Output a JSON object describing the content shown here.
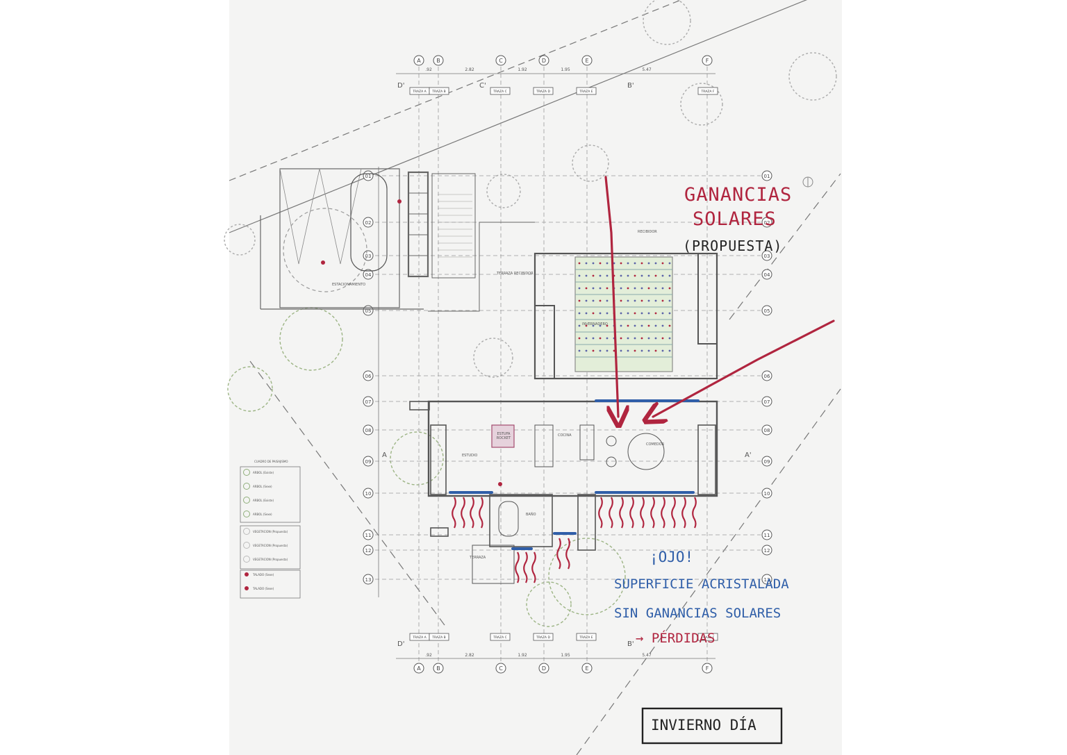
{
  "grid_cols": [
    "A",
    "B",
    "C",
    "D",
    "E",
    "F"
  ],
  "grid_rows": [
    "01",
    "02",
    "03",
    "04",
    "05",
    "06",
    "07",
    "08",
    "09",
    "10",
    "11",
    "12",
    "13"
  ],
  "dims_top": [
    ".92",
    "2.82",
    "1.92",
    "1.95",
    "5.47"
  ],
  "dims_bottom": [
    ".92",
    "2.82",
    "1.92",
    "1.95",
    "5.47"
  ],
  "section_marks": [
    "D'",
    "C'",
    "B'",
    "A",
    "A'"
  ],
  "trazas": [
    "TRAZA A",
    "TRAZA B",
    "TRAZA C",
    "TRAZA D",
    "TRAZA E",
    "TRAZA F"
  ],
  "rooms": {
    "estacionamiento": "ESTACIONAMIENTO",
    "terraza_recibidor": "TERRAZA RECIBIDOR",
    "recibidor": "RECIBIDOR",
    "invernadero": "INVERNADERO",
    "estufa": "ESTUFA ROCKET",
    "estudio": "ESTUDIO",
    "cocina": "COCINA",
    "comedor": "COMEDOR",
    "bano": "BAÑO",
    "terraza": "TERRAZA"
  },
  "legend": {
    "title": "CUADRO DE PAISAJISMO",
    "items": [
      "ARBOL (Existe)",
      "ARBOL (Sexe)",
      "ARBOL (Existe)",
      "ARBOL (Sexe)",
      "VEGETACION (Propuesta)",
      "VEGETACION (Propuesta)",
      "VEGETACION (Propuesta)",
      "TALADO (Sexe)",
      "TALADO (Sexe)"
    ]
  },
  "annotations": {
    "gains_line1": "GANANCIAS",
    "gains_line2": "SOLARES",
    "gains_line3": "(PROPUESTA)",
    "ojo": "¡OJO!",
    "glazed_line1": "SUPERFICIE ACRISTALADA",
    "glazed_line2": "SIN GANANCIAS SOLARES",
    "losses": "→ PÉRDIDAS",
    "stamp": "INVIERNO DÍA"
  },
  "colors": {
    "red": "#b0253f",
    "blue": "#2f5ea8",
    "line": "#6b6b6b",
    "tree": "#9cb484"
  }
}
